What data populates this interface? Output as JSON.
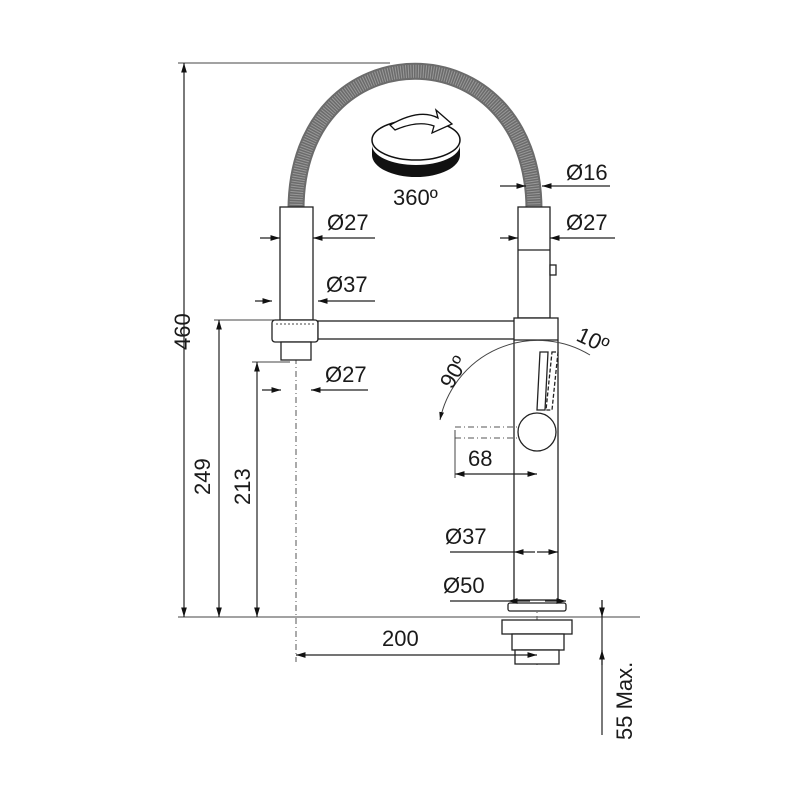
{
  "drawing": {
    "height_total": "460",
    "height_spout": "249",
    "height_outlet": "213",
    "reach": "200",
    "lever_length": "68",
    "hose_diameter": "Ø16",
    "right_head_diameter": "Ø27",
    "left_head_diameter": "Ø27",
    "collar_diameter": "Ø37",
    "outlet_diameter": "Ø27",
    "body_diameter": "Ø37",
    "base_diameter": "Ø50",
    "deck_thickness": "55 Max.",
    "rotation": "360º",
    "lever_angle": "90º",
    "lever_tilt": "10º"
  },
  "colors": {
    "line": "#222222",
    "hose": "#6b6b6b"
  }
}
